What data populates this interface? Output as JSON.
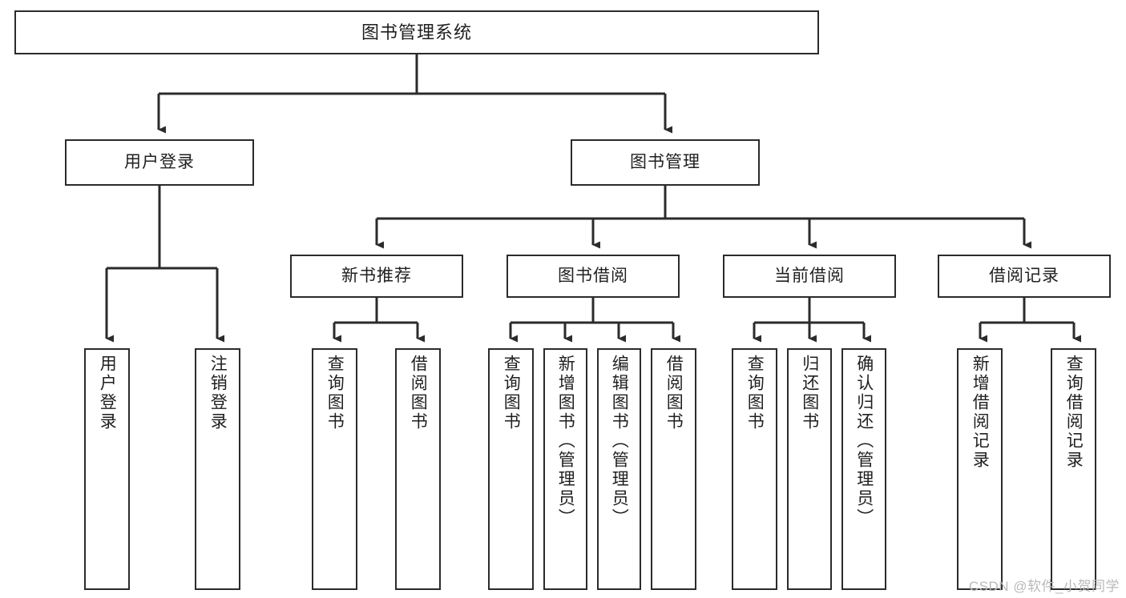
{
  "diagram": {
    "title": "图书管理系统",
    "type": "tree-hierarchy-chart",
    "root": {
      "label": "图书管理系统"
    },
    "level2": [
      {
        "label": "用户登录"
      },
      {
        "label": "图书管理"
      }
    ],
    "level3": [
      {
        "label": "新书推荐"
      },
      {
        "label": "图书借阅"
      },
      {
        "label": "当前借阅"
      },
      {
        "label": "借阅记录"
      }
    ],
    "leaves": {
      "user_login": [
        {
          "label": "用户登录"
        },
        {
          "label": "注销登录"
        }
      ],
      "new_book_recommend": [
        {
          "label": "查询图书"
        },
        {
          "label": "借阅图书"
        }
      ],
      "book_borrow": [
        {
          "label": "查询图书"
        },
        {
          "label": "新增图书（管理员）"
        },
        {
          "label": "编辑图书（管理员）"
        },
        {
          "label": "借阅图书"
        }
      ],
      "current_borrow": [
        {
          "label": "查询图书"
        },
        {
          "label": "归还图书"
        },
        {
          "label": "确认归还（管理员）"
        }
      ],
      "borrow_record": [
        {
          "label": "新增借阅记录"
        },
        {
          "label": "查询借阅记录"
        }
      ]
    },
    "watermark": "CSDN @软件_小贺同学",
    "colors": {
      "box_border": "#2b2b2b",
      "box_fill": "#ffffff",
      "connector": "#2b2b2b",
      "text": "#1f1f1f",
      "watermark": "#b9b9b9"
    }
  }
}
